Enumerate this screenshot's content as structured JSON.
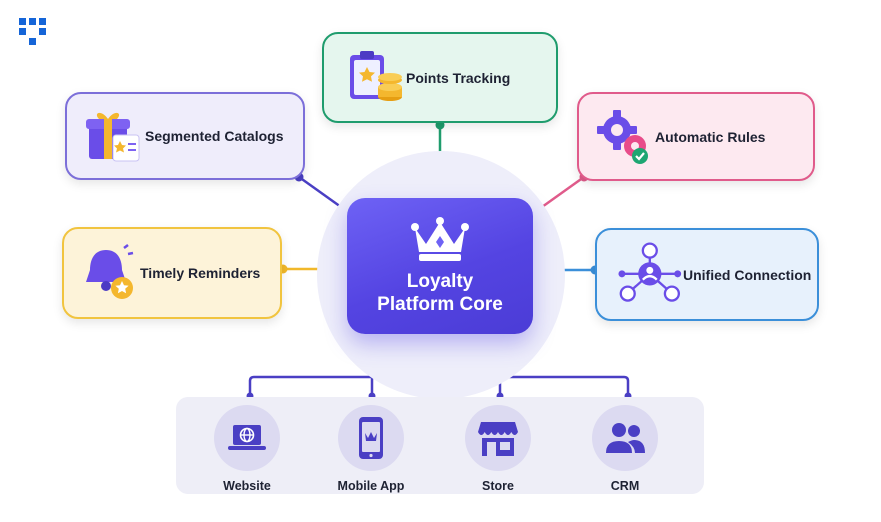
{
  "core": {
    "line1": "Loyalty",
    "line2": "Platform Core",
    "icon": "crown-icon"
  },
  "features": {
    "segmented_catalogs": {
      "label": "Segmented Catalogs",
      "icon": "gift-catalog-icon",
      "color": "#7c6fd9"
    },
    "points_tracking": {
      "label": "Points Tracking",
      "icon": "clipboard-coins-icon",
      "color": "#1f9c6d"
    },
    "automatic_rules": {
      "label": "Automatic Rules",
      "icon": "gears-check-icon",
      "color": "#e05b8b"
    },
    "timely_reminders": {
      "label": "Timely Reminders",
      "icon": "bell-star-icon",
      "color": "#f1c43f"
    },
    "unified_connection": {
      "label": "Unified Connection",
      "icon": "network-hub-icon",
      "color": "#3b8fd9"
    }
  },
  "channels": [
    {
      "label": "Website",
      "icon": "laptop-globe-icon"
    },
    {
      "label": "Mobile App",
      "icon": "smartphone-icon"
    },
    {
      "label": "Store",
      "icon": "storefront-icon"
    },
    {
      "label": "CRM",
      "icon": "users-icon"
    }
  ],
  "colors": {
    "core": "#5a4ae6",
    "channel_line": "#4a3fc4",
    "brand_logo": "#1565d8"
  }
}
